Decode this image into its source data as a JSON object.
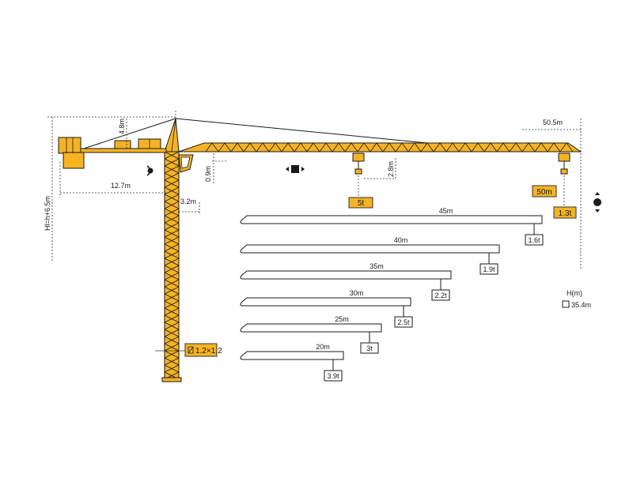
{
  "colors": {
    "crane": "#f5b324",
    "line": "#1a1a1a",
    "tag_fill": "#f5b324",
    "tag_border": "#333333"
  },
  "dimensions": {
    "height_under_hook": "Hl=h+6.5m",
    "counter_jib_length": "12.7m",
    "top_height": "4.8m",
    "tower_offset": "3.2m",
    "jib_height": "0.9m",
    "trolley_drop": "2.8m",
    "max_radius": "50.5m"
  },
  "tags": {
    "max_load": "5t",
    "tip_radius": "50m",
    "tip_load": "1.3t",
    "mast_section": "1.2×1.2"
  },
  "height_info": {
    "label": "H(m)",
    "value": "35.4m"
  },
  "icons": {
    "slewing": "slewing-icon",
    "trolley": "trolley-travel-icon",
    "hoist": "hoist-icon",
    "mast": "mast-section-icon",
    "height": "mast-height-icon"
  },
  "load_chart": [
    {
      "jib": "45m",
      "load": "1.6t"
    },
    {
      "jib": "40m",
      "load": "1.9t"
    },
    {
      "jib": "35m",
      "load": "2.2t"
    },
    {
      "jib": "30m",
      "load": "2.5t"
    },
    {
      "jib": "25m",
      "load": "3t"
    },
    {
      "jib": "20m",
      "load": "3.9t"
    }
  ]
}
